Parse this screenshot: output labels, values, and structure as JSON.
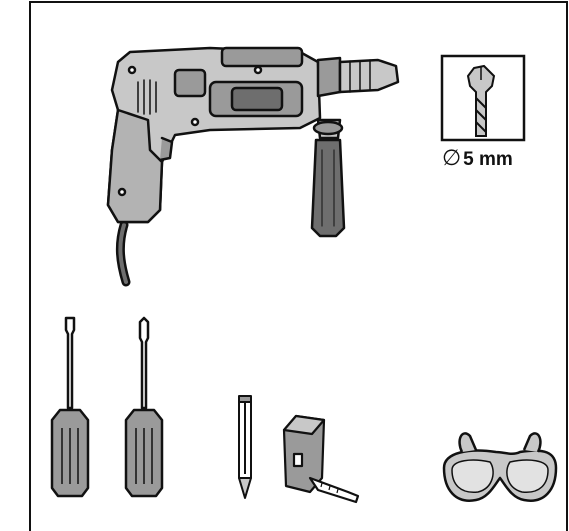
{
  "drill_bit": {
    "diameter_symbol": "∅",
    "diameter_value": "5 mm"
  },
  "tools": [
    {
      "name": "drill",
      "icon": "power-drill-icon"
    },
    {
      "name": "drill-bit",
      "icon": "drill-bit-icon"
    },
    {
      "name": "flathead-screwdriver",
      "icon": "flathead-screwdriver-icon"
    },
    {
      "name": "phillips-screwdriver",
      "icon": "phillips-screwdriver-icon"
    },
    {
      "name": "pencil",
      "icon": "pencil-icon"
    },
    {
      "name": "tape-measure",
      "icon": "tape-measure-icon"
    },
    {
      "name": "safety-glasses",
      "icon": "safety-glasses-icon"
    }
  ],
  "colors": {
    "border": "#111111",
    "fill_light": "#c8c8c8",
    "fill_dark": "#6e6e6e",
    "fill_mid": "#9a9a9a"
  }
}
